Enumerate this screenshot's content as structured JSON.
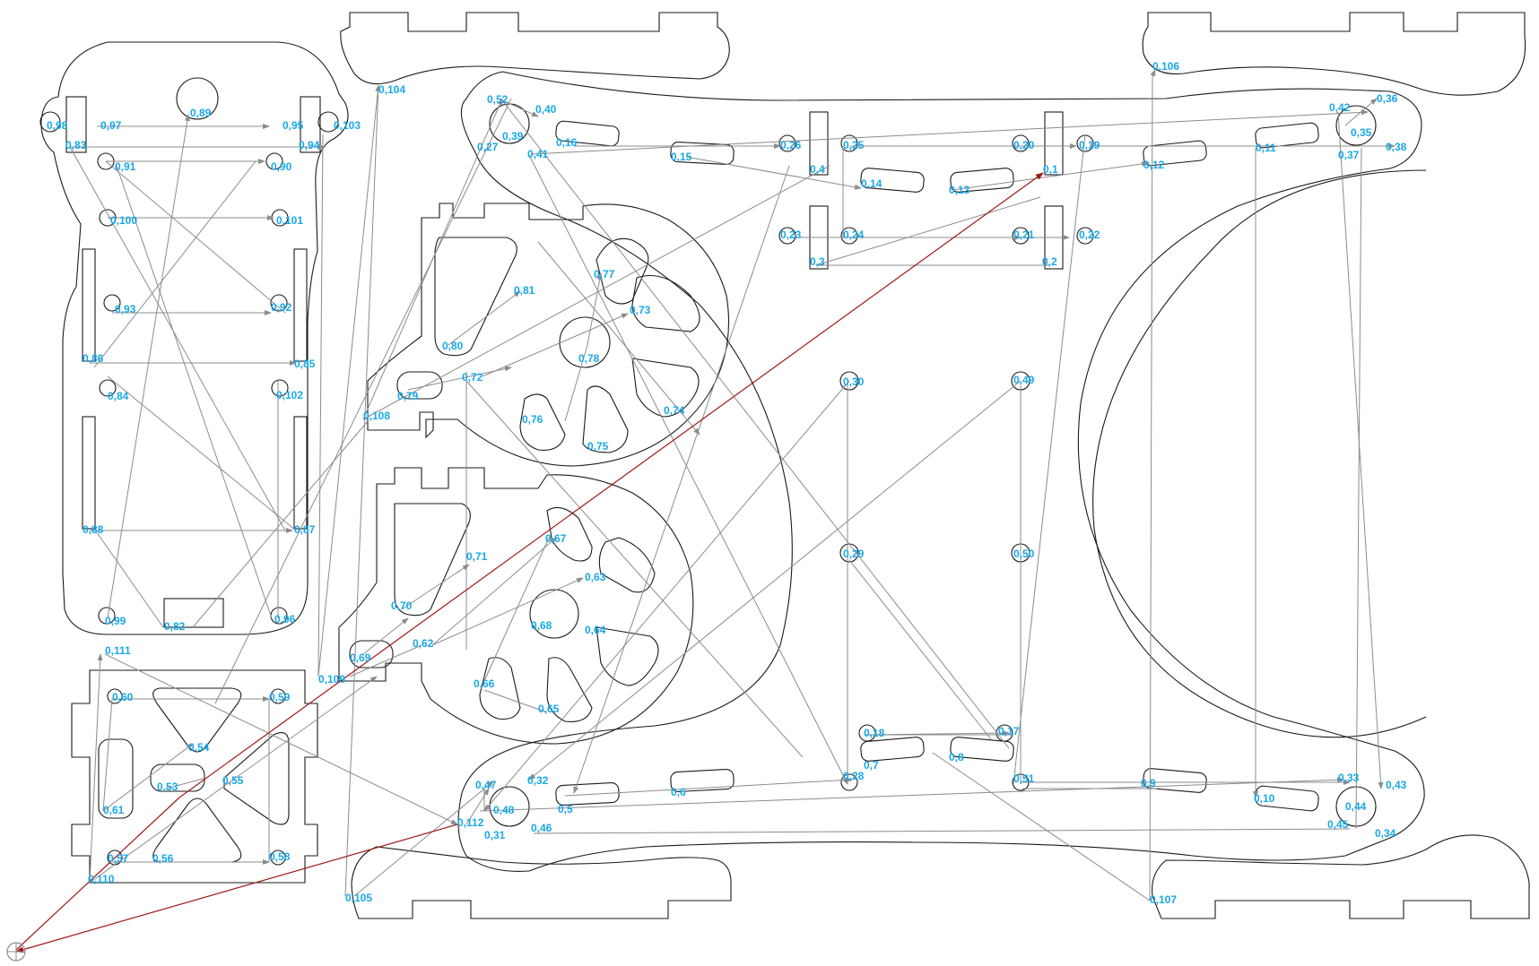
{
  "colors": {
    "outline": "#1a1a1a",
    "travel": "#8c8c8c",
    "travel_red": "#a01818",
    "label": "#18a8e8",
    "background": "#ffffff"
  },
  "labels": {
    "l1": "0,1",
    "l2": "0,2",
    "l3": "0,3",
    "l4": "0,4",
    "l5": "0,5",
    "l6": "0,6",
    "l7": "0,7",
    "l8": "0,8",
    "l9": "0,9",
    "l10": "0,10",
    "l11": "0,11",
    "l12": "0,12",
    "l13": "0,13",
    "l14": "0,14",
    "l15": "0,15",
    "l16": "0,16",
    "l17": "0,17",
    "l18": "0,18",
    "l19": "0,19",
    "l20": "0,20",
    "l21": "0,21",
    "l22": "0,22",
    "l23": "0,23",
    "l24": "0,24",
    "l25": "0,25",
    "l26": "0,26",
    "l27": "0,27",
    "l28": "0,28",
    "l29": "0,29",
    "l30": "0,30",
    "l31": "0,31",
    "l32": "0,32",
    "l33": "0,33",
    "l34": "0,34",
    "l35": "0,35",
    "l36": "0,36",
    "l37": "0,37",
    "l38": "0,38",
    "l39": "0,39",
    "l40": "0,40",
    "l41": "0,41",
    "l42": "0,42",
    "l43": "0,43",
    "l44": "0,44",
    "l45": "0,45",
    "l46": "0,46",
    "l47": "0,47",
    "l48": "0,48",
    "l49": "0,49",
    "l50": "0,50",
    "l51": "0,51",
    "l52": "0,52",
    "l53": "0,53",
    "l54": "0,54",
    "l55": "0,55",
    "l56": "0,56",
    "l57": "0,57",
    "l58": "0,58",
    "l59": "0,59",
    "l60": "0,60",
    "l61": "0,61",
    "l62": "0,62",
    "l63": "0,63",
    "l64": "0,64",
    "l65": "0,65",
    "l66": "0,66",
    "l67": "0,67",
    "l68": "0,68",
    "l69": "0,69",
    "l70": "0,70",
    "l71": "0,71",
    "l72": "0,72",
    "l73": "0,73",
    "l74": "0,74",
    "l75": "0,75",
    "l76": "0,76",
    "l77": "0,77",
    "l78": "0,78",
    "l79": "0,79",
    "l80": "0,80",
    "l81": "0,81",
    "l82": "0,82",
    "l83": "0,83",
    "l84": "0,84",
    "l85": "0,85",
    "l86": "0,86",
    "l87": "0,87",
    "l88": "0,88",
    "l89": "0,89",
    "l90": "0,90",
    "l91": "0,91",
    "l92": "0,92",
    "l93": "0,93",
    "l94": "0,94",
    "l95": "0,95",
    "l96": "0,96",
    "l97": "0,97",
    "l98": "0,98",
    "l99": "0,99",
    "l100": "0,100",
    "l101": "0,101",
    "l102": "0,102",
    "l103": "0,103",
    "l104": "0,104",
    "l105": "0,105",
    "l106": "0,106",
    "l107": "0,107",
    "l108": "0,108",
    "l109": "0,109",
    "l110": "0,110",
    "l111": "0,111",
    "l112": "0,112"
  }
}
